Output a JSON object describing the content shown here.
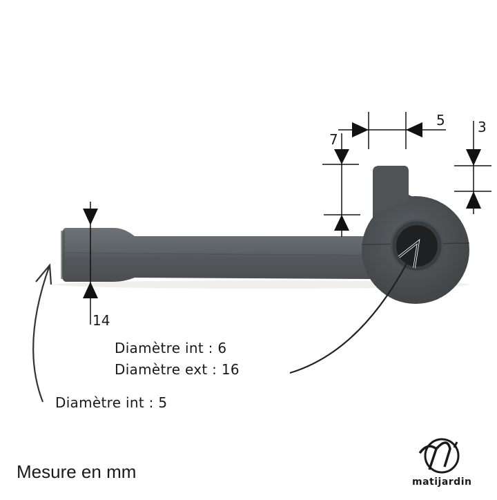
{
  "diagram": {
    "subject": "Grey rubber elbow connector",
    "colors": {
      "background": "#ffffff",
      "part_body": "#5c6165",
      "part_dark": "#404447",
      "part_hole": "#1e2022",
      "line": "#111111"
    },
    "dimensions": {
      "tube_outer": "14",
      "tab_width": "5",
      "tab_height": "7",
      "rim_thickness": "3"
    },
    "annotations": {
      "ring_inner": "Diamètre int : 6",
      "ring_outer": "Diamètre ext : 16",
      "tube_inner": "Diamètre int : 5"
    },
    "footer": {
      "units_note": "Mesure en mm"
    },
    "brand": {
      "name": "matijardin",
      "logo_icon": "mj-monogram-logo"
    }
  }
}
